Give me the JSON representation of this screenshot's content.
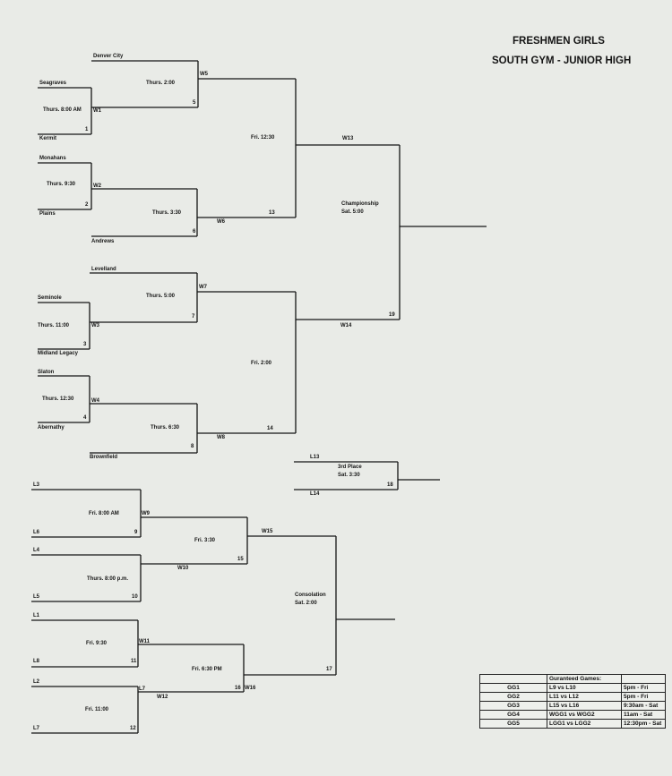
{
  "header": {
    "title": "FRESHMEN GIRLS",
    "subtitle": "SOUTH GYM - JUNIOR HIGH"
  },
  "teams": {
    "denver_city": "Denver City",
    "seagraves": "Seagraves",
    "kermit": "Kermit",
    "monahans": "Monahans",
    "plains": "Plains",
    "andrews": "Andrews",
    "levelland": "Levelland",
    "seminole": "Seminole",
    "midland_legacy": "Midland Legacy",
    "slaton": "Slaton",
    "abernathy": "Abernathy",
    "brownfield": "Brownfield"
  },
  "games": {
    "g1": {
      "time": "Thurs. 8:00 AM",
      "num": "1",
      "win": "W1"
    },
    "g2": {
      "time": "Thurs. 9:30",
      "num": "2",
      "win": "W2"
    },
    "g3": {
      "time": "Thurs. 11:00",
      "num": "3",
      "win": "W3"
    },
    "g4": {
      "time": "Thurs. 12:30",
      "num": "4",
      "win": "W4"
    },
    "g5": {
      "time": "Thurs. 2:00",
      "num": "5",
      "win": "W5"
    },
    "g6": {
      "time": "Thurs. 3:30",
      "num": "6",
      "win": "W6"
    },
    "g7": {
      "time": "Thurs. 5:00",
      "num": "7",
      "win": "W7"
    },
    "g8": {
      "time": "Thurs. 6:30",
      "num": "8",
      "win": "W8"
    },
    "g13": {
      "time": "Fri. 12:30",
      "num": "13",
      "win": "W13"
    },
    "g14": {
      "time": "Fri. 2:00",
      "num": "14",
      "win": "W14"
    },
    "g19": {
      "time": "Championship",
      "time2": "Sat. 5:00",
      "num": "19"
    },
    "g18": {
      "time": "3rd Place",
      "time2": "Sat. 3:30",
      "num": "18",
      "top": "L13",
      "bottom": "L14"
    },
    "g9": {
      "time": "Fri. 8:00 AM",
      "num": "9",
      "win": "W9",
      "top": "L3",
      "bottom": "L6"
    },
    "g10": {
      "time": "Thurs. 8:00 p.m.",
      "num": "10",
      "win": "W10",
      "top": "L4",
      "bottom": "L5"
    },
    "g11": {
      "time": "Fri. 9:30",
      "num": "11",
      "win": "W11",
      "top": "L1",
      "bottom": "L8"
    },
    "g12": {
      "time": "Fri. 11:00",
      "num": "12",
      "win": "W12",
      "top": "L2",
      "bottom": "L7"
    },
    "g15": {
      "time": "Fri. 3:30",
      "num": "15",
      "win": "W15"
    },
    "g16": {
      "time": "Fri. 6:30 PM",
      "num": "16",
      "win": "W16"
    },
    "g17": {
      "time": "Consolation",
      "time2": "Sat. 2:00",
      "num": "17"
    }
  },
  "guaranteed": {
    "header": "Guranteed Games:",
    "rows": [
      {
        "id": "GG1",
        "match": "L9 vs L10",
        "time": "5pm - Fri"
      },
      {
        "id": "GG2",
        "match": "L11 vs L12",
        "time": "5pm - Fri"
      },
      {
        "id": "GG3",
        "match": "L15 vs L16",
        "time": "9:30am - Sat"
      },
      {
        "id": "GG4",
        "match": "WGG1 vs WGG2",
        "time": "11am - Sat"
      },
      {
        "id": "GG5",
        "match": "LGG1 vs LGG2",
        "time": "12:30pm - Sat"
      }
    ]
  }
}
